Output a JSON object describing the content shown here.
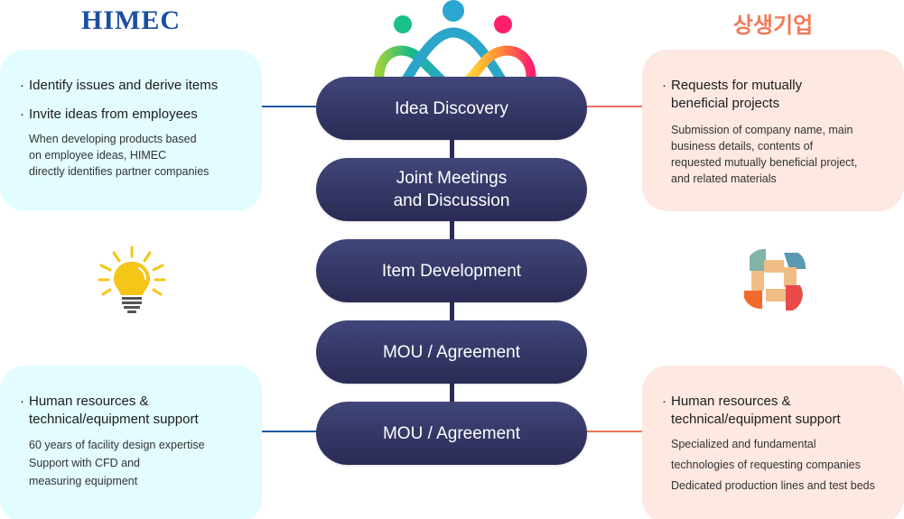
{
  "titles": {
    "left": "HIMEC",
    "right": "상생기업"
  },
  "colors": {
    "himec_blue": "#1a4fa0",
    "partner_coral": "#f27a5a",
    "pill_navy": "#2f315d",
    "left_box_bg": "#e2fcff",
    "right_box_bg": "#fde8e2"
  },
  "steps": [
    {
      "label": "Idea Discovery"
    },
    {
      "label": "Joint Meetings\nand Discussion"
    },
    {
      "label": "Item Development"
    },
    {
      "label": "MOU / Agreement"
    },
    {
      "label": "MOU / Agreement"
    }
  ],
  "himec": {
    "top": {
      "bullet": "·",
      "heading1": "Identify issues and derive items",
      "heading2": "Invite ideas from employees",
      "description": "When developing products based\non employee ideas, HIMEC\ndirectly identifies partner companies"
    },
    "bottom": {
      "bullet": "·",
      "heading": "Human resources &\ntechnical/equipment support",
      "description": "60 years of facility design expertise\nSupport with CFD and\nmeasuring equipment"
    }
  },
  "partner": {
    "top": {
      "bullet": "·",
      "heading": "Requests for mutually\nbeneficial projects",
      "description": "Submission of company name, main\nbusiness details, contents of\nrequested mutually beneficial project,\nand related materials"
    },
    "bottom": {
      "bullet": "·",
      "heading": "Human resources &\ntechnical/equipment support",
      "description": "Specialized and fundamental\ntechnologies of requesting companies\nDedicated production lines and test beds"
    }
  },
  "icons": {
    "top_center": "collaboration-people-icon",
    "left": "lightbulb-icon",
    "right": "joined-hands-icon"
  }
}
